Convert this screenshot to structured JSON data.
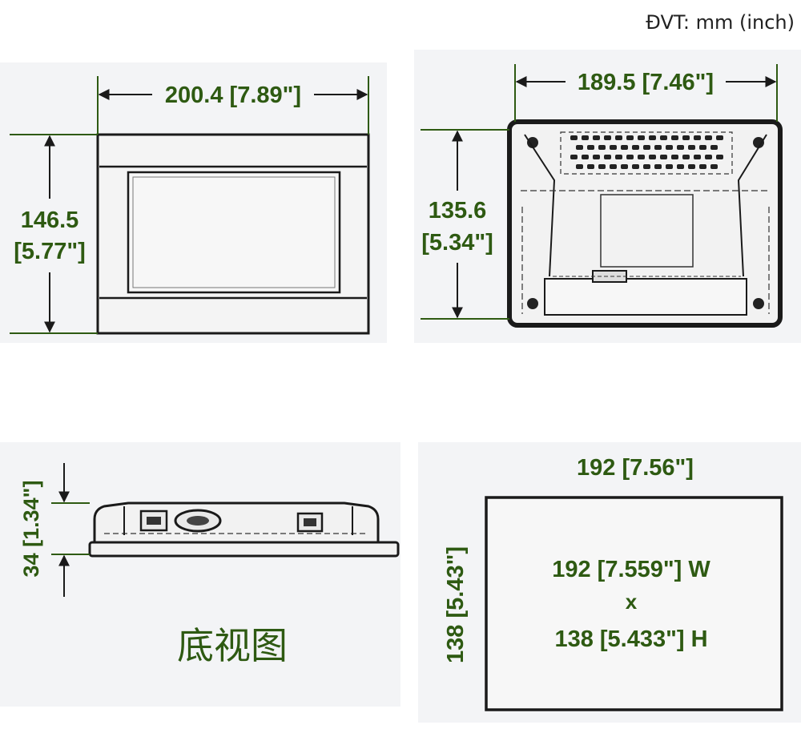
{
  "unit_label": "ĐVT: mm (inch)",
  "front_view": {
    "width": "200.4 [7.89\"]",
    "height_mm": "146.5",
    "height_in": "[5.77\"]"
  },
  "rear_view": {
    "width": "189.5 [7.46\"]",
    "height_mm": "135.6",
    "height_in": "[5.34\"]"
  },
  "bottom_view": {
    "depth": "34 [1.34\"]",
    "caption": "底视图"
  },
  "cutout": {
    "width": "192 [7.56\"]",
    "height": "138 [5.43\"]",
    "line1": "192 [7.559\"] W",
    "line2": "x",
    "line3": "138 [5.433\"] H"
  },
  "colors": {
    "dimension": "#2e5a12",
    "outline": "#1a1a1a",
    "panel": "#f3f4f6"
  }
}
